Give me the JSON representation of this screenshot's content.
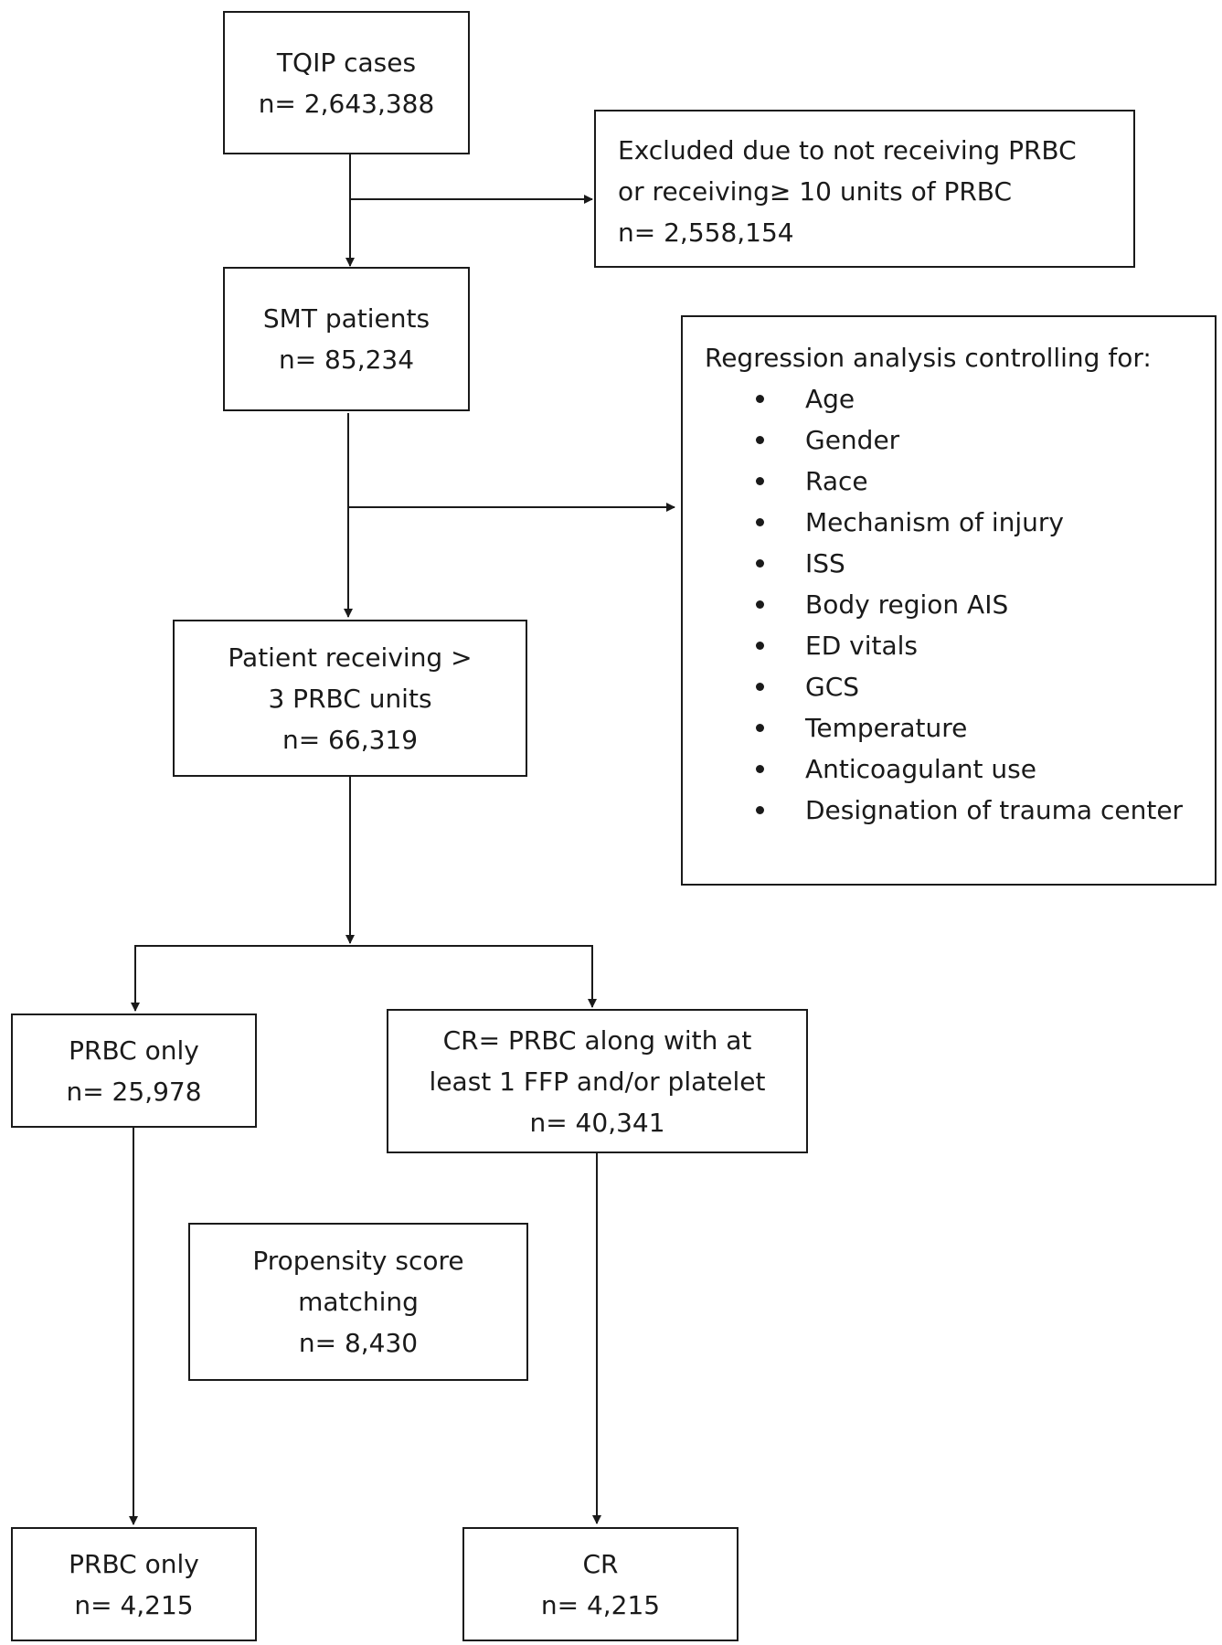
{
  "nodes": {
    "tqip": {
      "lines": [
        "TQIP cases",
        "n= 2,643,388"
      ]
    },
    "excluded": {
      "lines": [
        "Excluded due to not receiving PRBC",
        "or receiving≥ 10 units of PRBC",
        "n= 2,558,154"
      ]
    },
    "smt": {
      "lines": [
        "SMT patients",
        "n= 85,234"
      ]
    },
    "regression": {
      "title": "Regression analysis controlling for:",
      "items": [
        "Age",
        "Gender",
        "Race",
        "Mechanism of injury",
        "ISS",
        "Body region AIS",
        "ED vitals",
        "GCS",
        "Temperature",
        "Anticoagulant use",
        "Designation of trauma center"
      ]
    },
    "receiving": {
      "lines": [
        "Patient receiving >",
        "3 PRBC units",
        "n= 66,319"
      ]
    },
    "prbc_only": {
      "lines": [
        "PRBC only",
        "n= 25,978"
      ]
    },
    "cr": {
      "lines": [
        "CR= PRBC along with at",
        "least 1 FFP and/or platelet",
        "n= 40,341"
      ]
    },
    "propensity": {
      "lines": [
        "Propensity score",
        "matching",
        "n= 8,430"
      ]
    },
    "prbc_only_matched": {
      "lines": [
        "PRBC only",
        "n= 4,215"
      ]
    },
    "cr_matched": {
      "lines": [
        "CR",
        "n= 4,215"
      ]
    }
  }
}
